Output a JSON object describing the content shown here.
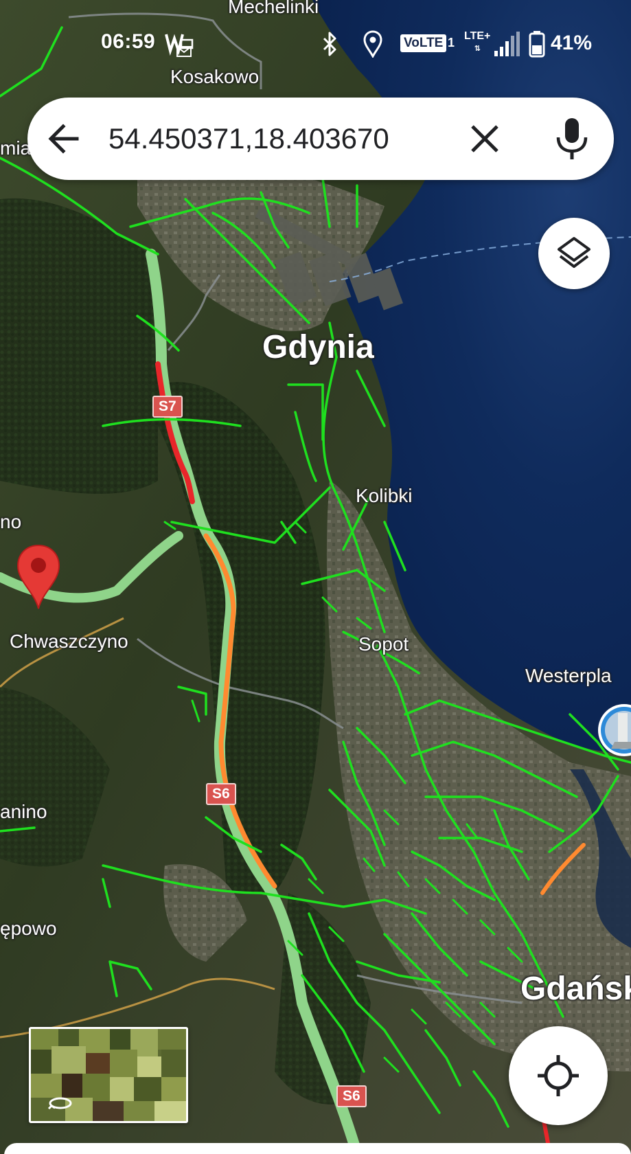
{
  "status_bar": {
    "time": "06:59",
    "volte_label": "VoLTE",
    "sim_slot": "1",
    "network_type": "LTE+",
    "battery_percent": "41%",
    "icons": [
      "wp-mail-notification-icon",
      "bluetooth-icon",
      "location-icon",
      "signal-icon",
      "battery-icon"
    ]
  },
  "search": {
    "query": "54.450371,18.403670",
    "back_icon": "arrow-back-icon",
    "clear_icon": "close-icon",
    "mic_icon": "microphone-icon"
  },
  "map": {
    "view": "satellite",
    "traffic_layer": true,
    "labels": {
      "top_town": "Mechelinki",
      "kosakowo": "Kosakowo",
      "left_edge_top": "mia",
      "gdynia": "Gdynia",
      "kolibki": "Kolibki",
      "left_edge_mid": "no",
      "chwaszczyno": "Chwaszczyno",
      "sopot": "Sopot",
      "westerplatte": "Westerpla",
      "banino": "anino",
      "repowo": "ępowo",
      "gdansk": "Gdańsk"
    },
    "road_shields": {
      "s7": "S7",
      "s6_north": "S6",
      "s6_south": "S6"
    },
    "colors": {
      "traffic_free": "#22e022",
      "traffic_slow": "#ff8a30",
      "traffic_jam": "#e8262a",
      "marker": "#e53935",
      "sea": "#0c2a5a"
    }
  },
  "controls": {
    "layers_icon": "layers-icon",
    "location_icon": "my-location-icon",
    "street_view_icon": "street-view-rotate-icon"
  }
}
